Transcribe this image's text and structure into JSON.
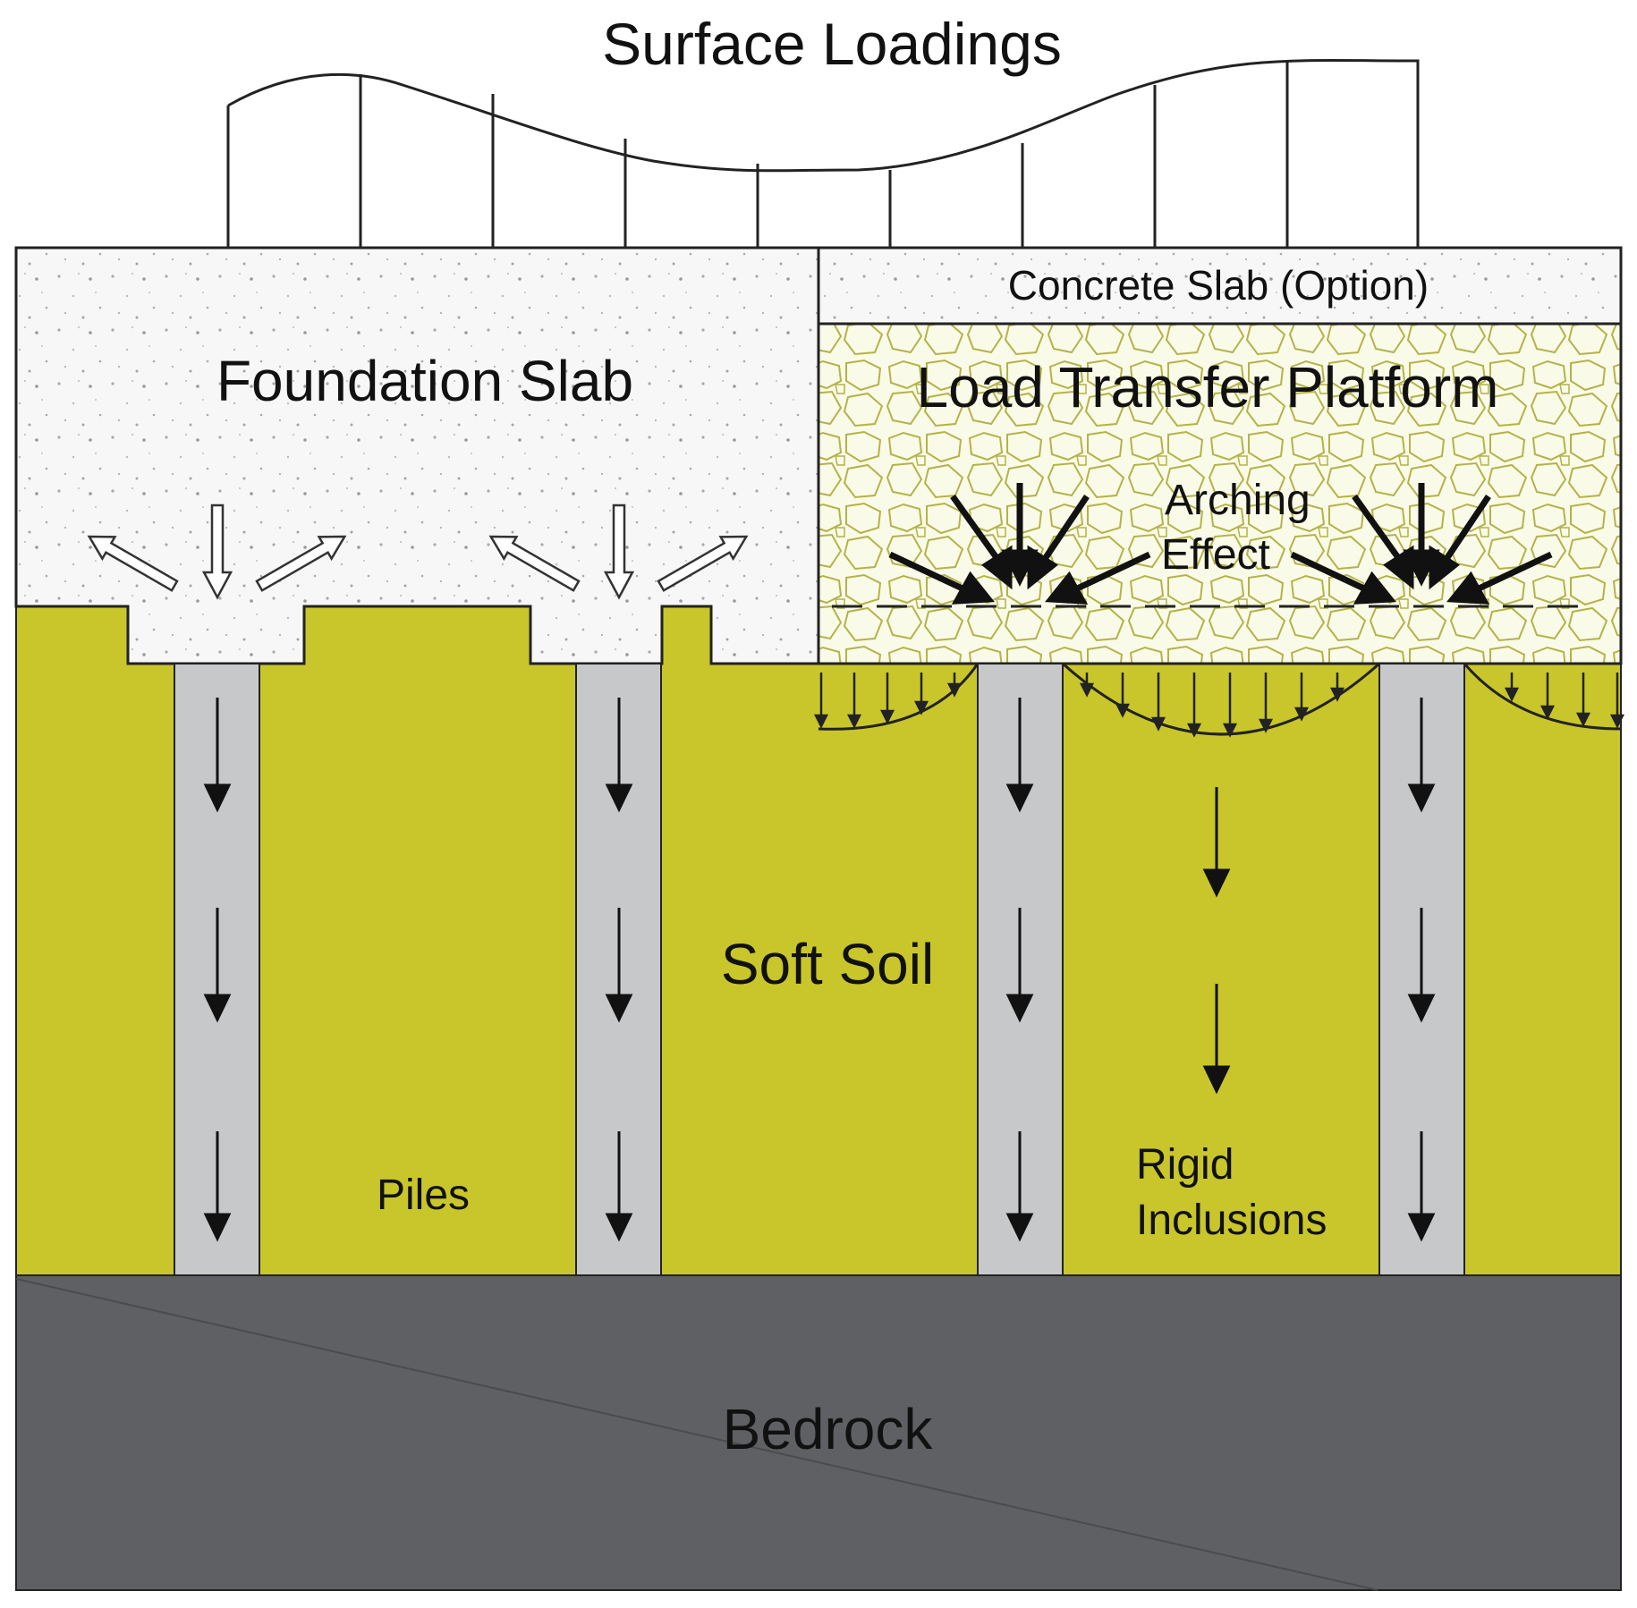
{
  "labels": {
    "surface_loadings": "Surface Loadings",
    "foundation_slab": "Foundation Slab",
    "concrete_slab": "Concrete Slab (Option)",
    "load_transfer_platform": "Load Transfer Platform",
    "arching_line1": "Arching",
    "arching_line2": "Effect",
    "soft_soil": "Soft Soil",
    "piles": "Piles",
    "rigid_line1": "Rigid",
    "rigid_line2": "Inclusions",
    "bedrock": "Bedrock"
  },
  "colors": {
    "soft_soil": "#c8c62a",
    "bedrock": "#5f6063",
    "pile": "#c7c8ca",
    "slab": "#f7f7f7",
    "gravel_fill": "#fafae8",
    "gravel_stroke": "#b3b34a",
    "outline": "#222222"
  }
}
